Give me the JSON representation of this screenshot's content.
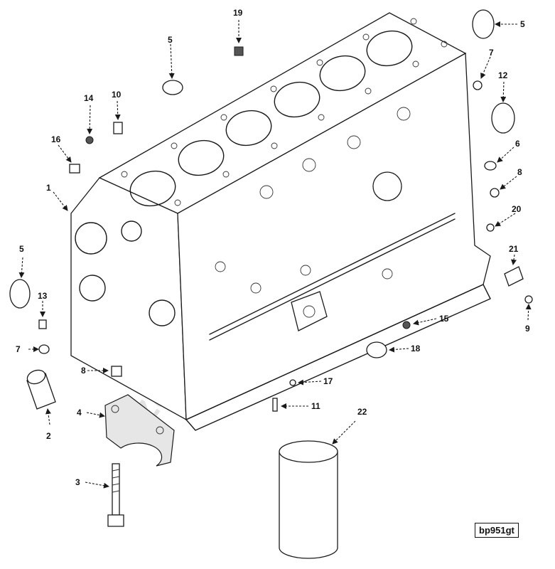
{
  "document_code": "bp951gt",
  "watermark": "zap-kam.ru",
  "callouts": [
    "1",
    "2",
    "3",
    "4",
    "5",
    "5",
    "5",
    "6",
    "7",
    "7",
    "8",
    "8",
    "9",
    "10",
    "11",
    "12",
    "13",
    "14",
    "15",
    "16",
    "17",
    "18",
    "19",
    "20",
    "21",
    "22"
  ],
  "parts": [
    {
      "id": "engine-block",
      "label": "1"
    },
    {
      "id": "cam-bushing",
      "label": "2"
    },
    {
      "id": "main-bearing-bolt",
      "label": "3"
    },
    {
      "id": "main-bearing-cap",
      "label": "4"
    },
    {
      "id": "expansion-plug",
      "label": "5"
    },
    {
      "id": "plug-6",
      "label": "6"
    },
    {
      "id": "plug-7",
      "label": "7"
    },
    {
      "id": "dowel-8",
      "label": "8"
    },
    {
      "id": "screw-9",
      "label": "9"
    },
    {
      "id": "dowel-10",
      "label": "10"
    },
    {
      "id": "screw-11",
      "label": "11"
    },
    {
      "id": "plug-12",
      "label": "12"
    },
    {
      "id": "plug-13",
      "label": "13"
    },
    {
      "id": "plug-14",
      "label": "14"
    },
    {
      "id": "plug-15",
      "label": "15"
    },
    {
      "id": "dowel-16",
      "label": "16"
    },
    {
      "id": "plug-17",
      "label": "17"
    },
    {
      "id": "plug-18",
      "label": "18"
    },
    {
      "id": "plug-19",
      "label": "19"
    },
    {
      "id": "plug-20",
      "label": "20"
    },
    {
      "id": "sensor-21",
      "label": "21"
    },
    {
      "id": "cylinder-liner",
      "label": "22"
    }
  ]
}
